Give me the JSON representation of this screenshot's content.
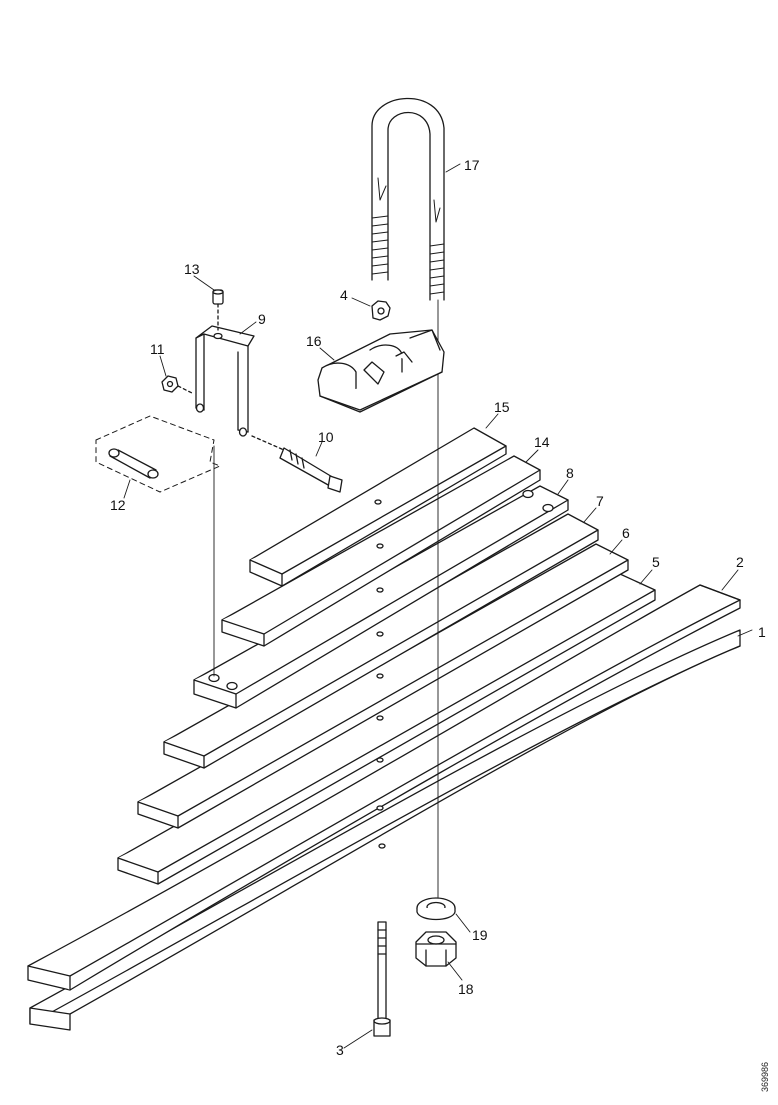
{
  "diagram": {
    "callouts": {
      "c1": "1",
      "c2": "2",
      "c3": "3",
      "c4": "4",
      "c5": "5",
      "c6": "6",
      "c7": "7",
      "c8": "8",
      "c9": "9",
      "c10": "10",
      "c11": "11",
      "c12": "12",
      "c13": "13",
      "c14": "14",
      "c15": "15",
      "c16": "16",
      "c17": "17",
      "c18": "18",
      "c19": "19"
    },
    "reference_code": "369986"
  },
  "colors": {
    "line": "#1a1a1a",
    "paper": "#ffffff",
    "fill": "#ffffff"
  }
}
